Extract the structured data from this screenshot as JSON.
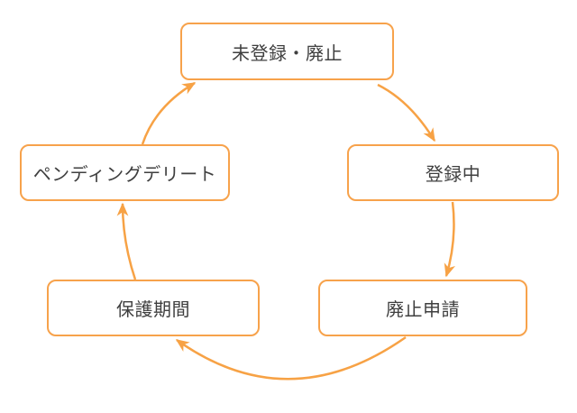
{
  "diagram": {
    "type": "cycle-flow",
    "accent_color": "#F7A245",
    "text_color": "#3F3F3F",
    "background_color": "#FFFFFF",
    "nodes": [
      {
        "id": "unregistered-abolished",
        "label": "未登録・廃止",
        "position": "top"
      },
      {
        "id": "registered",
        "label": "登録中",
        "position": "right"
      },
      {
        "id": "abolition-request",
        "label": "廃止申請",
        "position": "bottom-right"
      },
      {
        "id": "protection-period",
        "label": "保護期間",
        "position": "bottom-left"
      },
      {
        "id": "pending-delete",
        "label": "ペンディングデリート",
        "position": "left"
      }
    ],
    "edges": [
      {
        "from": "未登録・廃止",
        "to": "登録中"
      },
      {
        "from": "登録中",
        "to": "廃止申請"
      },
      {
        "from": "廃止申請",
        "to": "保護期間"
      },
      {
        "from": "保護期間",
        "to": "ペンディングデリート"
      },
      {
        "from": "ペンディングデリート",
        "to": "未登録・廃止"
      }
    ]
  }
}
